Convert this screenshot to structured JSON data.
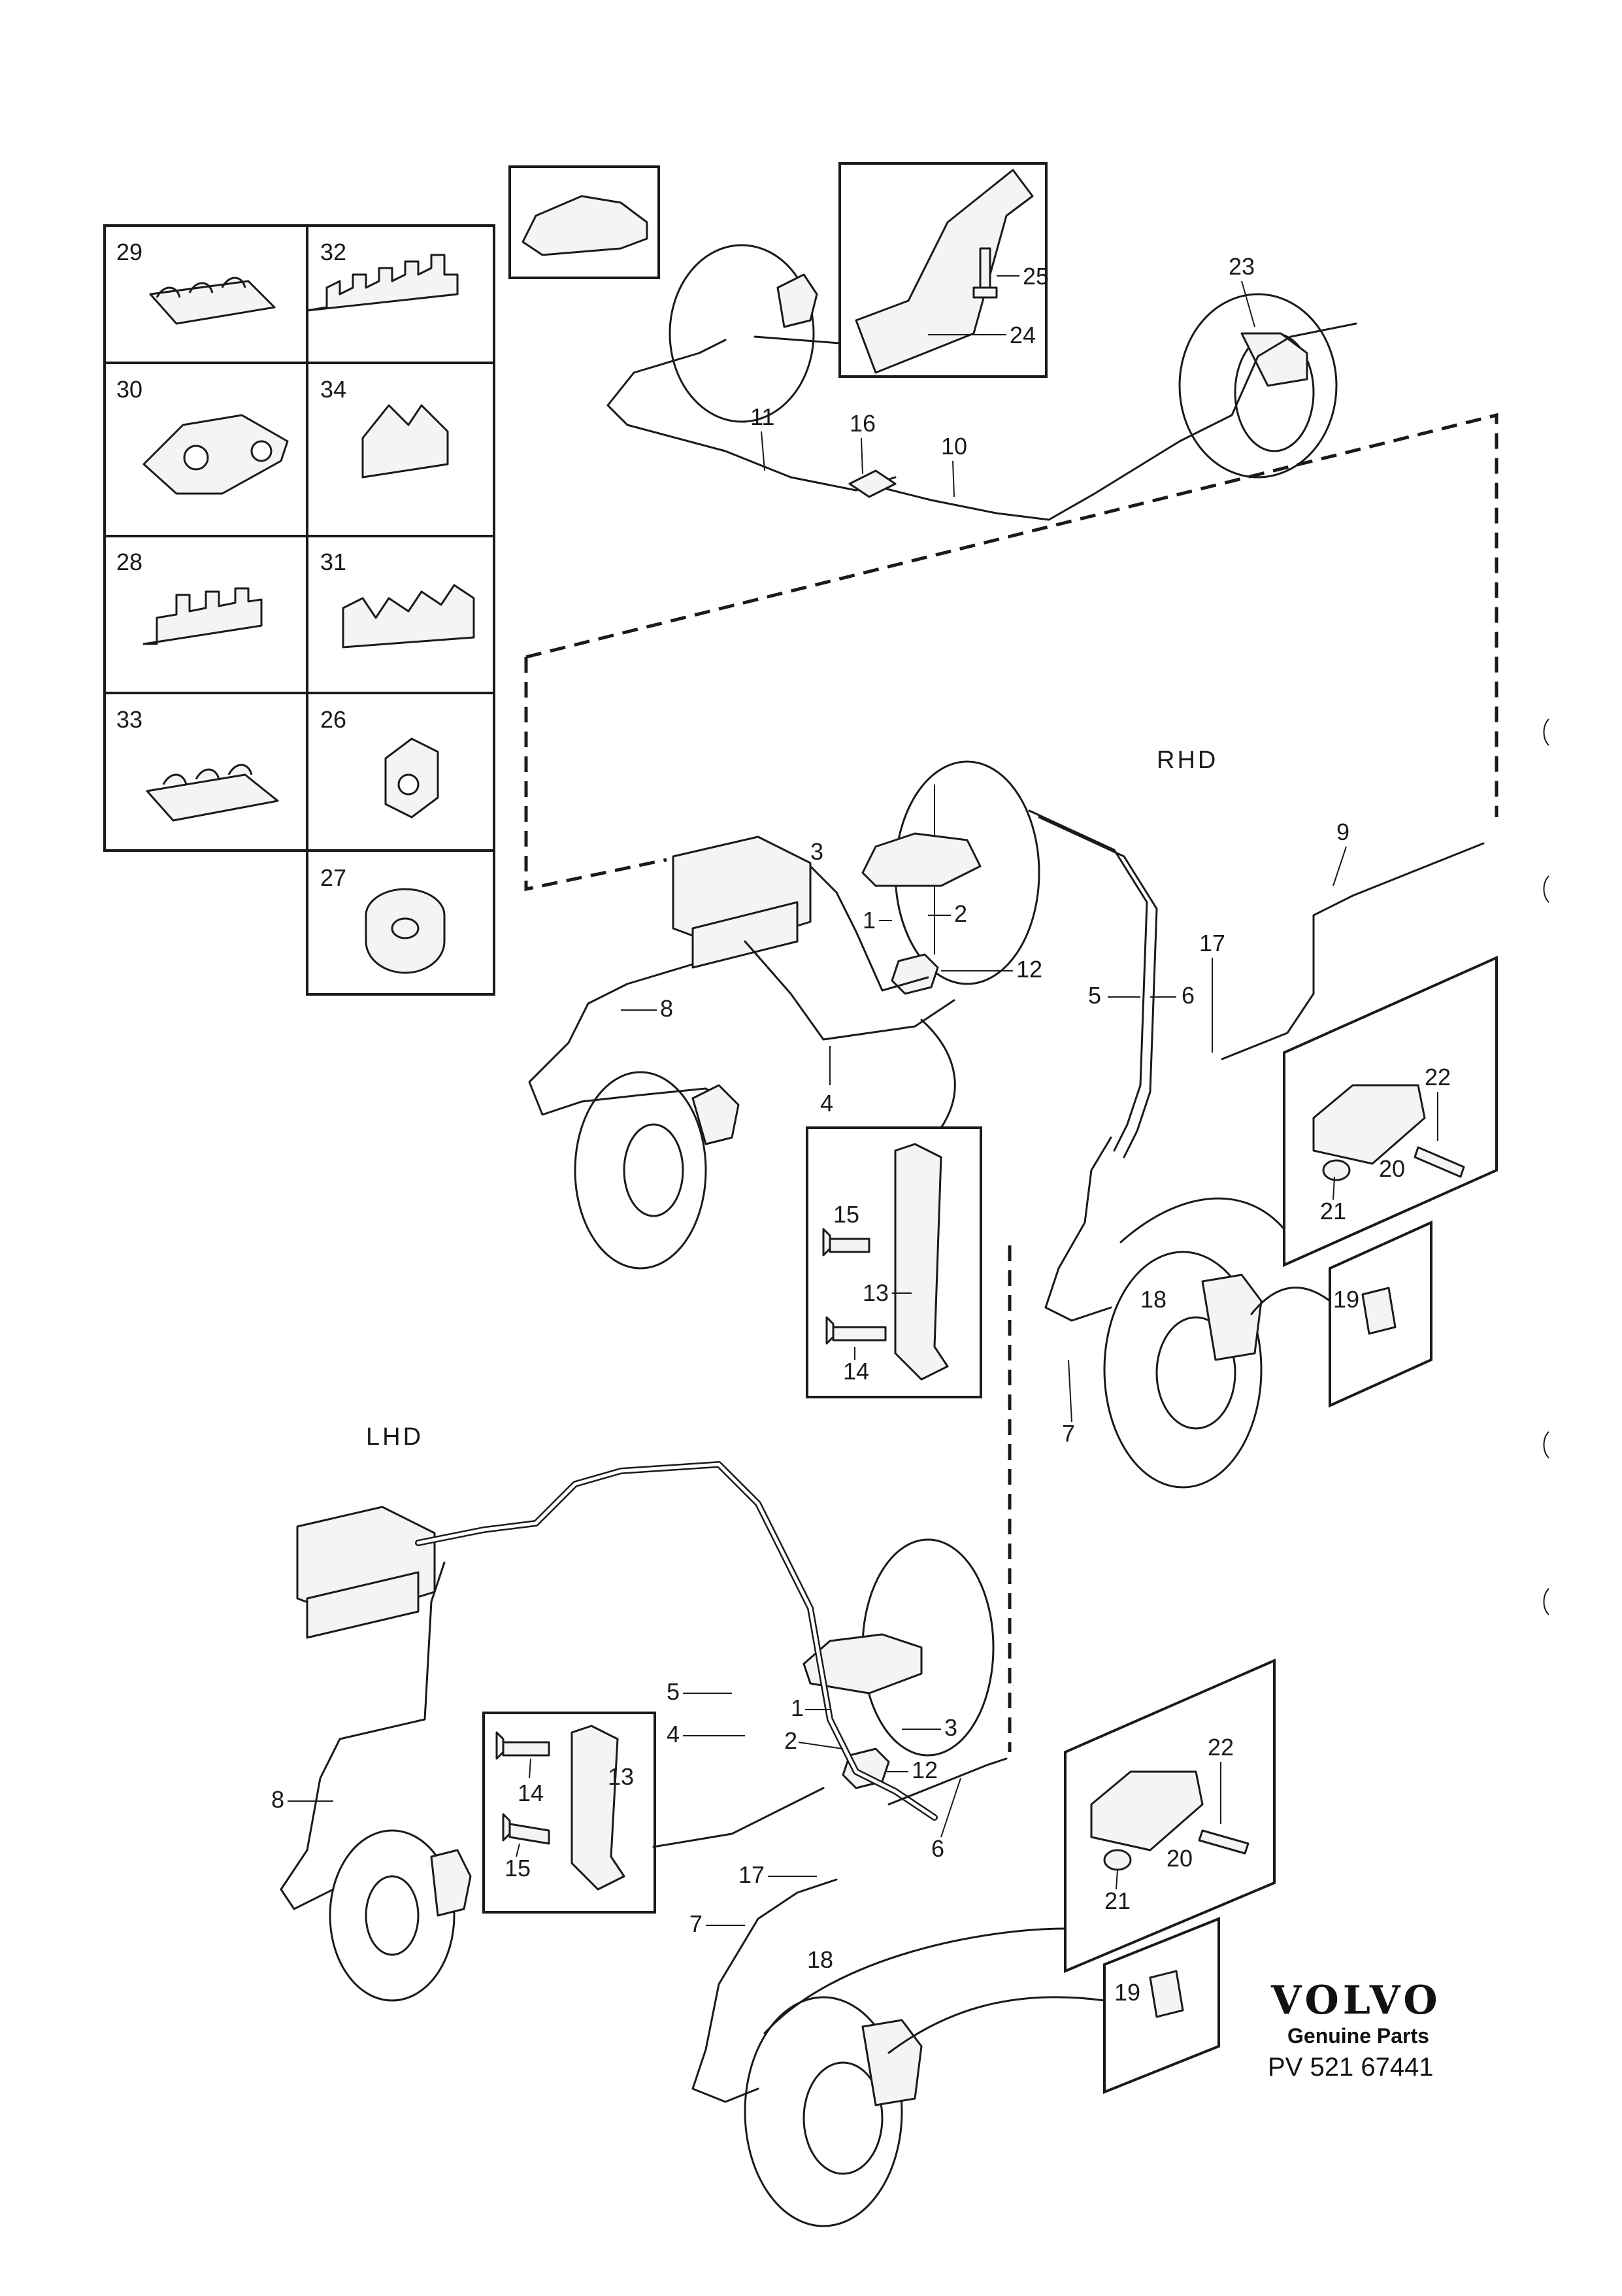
{
  "legend_cells": [
    {
      "id": "29",
      "label": "29"
    },
    {
      "id": "32",
      "label": "32"
    },
    {
      "id": "30",
      "label": "30"
    },
    {
      "id": "34",
      "label": "34"
    },
    {
      "id": "28",
      "label": "28"
    },
    {
      "id": "31",
      "label": "31"
    },
    {
      "id": "33",
      "label": "33"
    },
    {
      "id": "26",
      "label": "26"
    },
    {
      "id": "27",
      "label": "27"
    }
  ],
  "variants": {
    "rhd": "RHD",
    "lhd": "LHD"
  },
  "callouts": {
    "rear": {
      "p23": "23",
      "p25": "25",
      "p24": "24",
      "p11": "11",
      "p16": "16",
      "p10": "10"
    },
    "rhd": {
      "p9": "9",
      "p3": "3",
      "p1": "1",
      "p2": "2",
      "p12": "12",
      "p8": "8",
      "p4": "4",
      "p5": "5",
      "p6": "6",
      "p17": "17",
      "p22": "22",
      "p20": "20",
      "p21": "21",
      "p15": "15",
      "p13": "13",
      "p14": "14",
      "p18": "18",
      "p19": "19",
      "p7": "7"
    },
    "lhd": {
      "p5": "5",
      "p4": "4",
      "p1": "1",
      "p3": "3",
      "p2": "2",
      "p12": "12",
      "p8": "8",
      "p13": "13",
      "p14": "14",
      "p15": "15",
      "p6": "6",
      "p17": "17",
      "p7": "7",
      "p22": "22",
      "p20": "20",
      "p21": "21",
      "p19": "19",
      "p18": "18"
    }
  },
  "brand": {
    "name": "VOLVO",
    "tagline": "Genuine Parts",
    "code": "PV 521 67441"
  }
}
